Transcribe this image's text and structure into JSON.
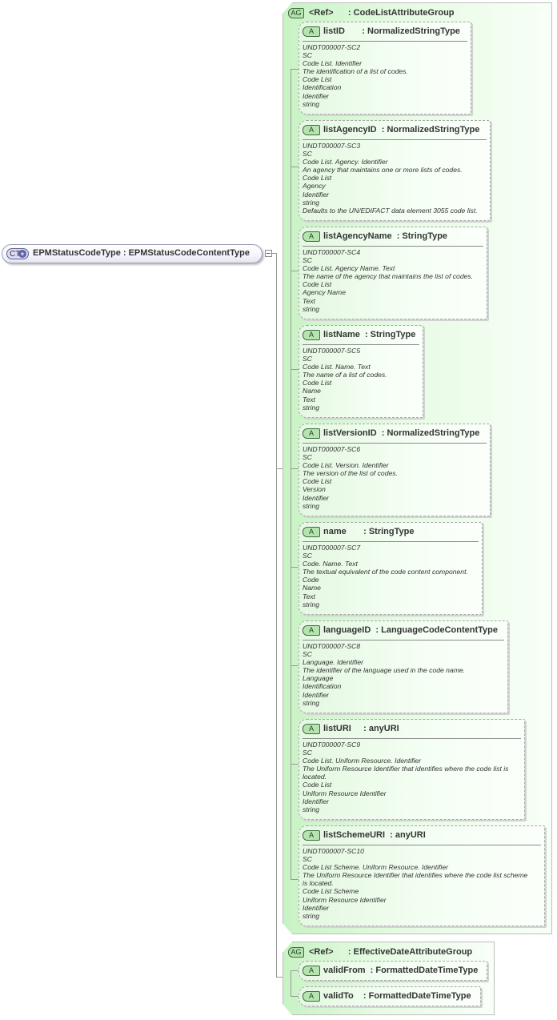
{
  "complex_type": {
    "badge": "CT",
    "title": "EPMStatusCodeType : EPMStatusCodeContentType"
  },
  "attribute_groups": [
    {
      "badge": "AG",
      "title": "<Ref>      : CodeListAttributeGroup",
      "attributes": [
        {
          "badge": "A",
          "title": "listID       : NormalizedStringType",
          "doc": [
            "UNDT000007-SC2",
            "SC",
            "Code List. Identifier",
            "The identification of a list of codes.",
            "Code List",
            "Identification",
            "Identifier",
            "string"
          ]
        },
        {
          "badge": "A",
          "title": "listAgencyID  : NormalizedStringType",
          "doc": [
            "UNDT000007-SC3",
            "SC",
            "Code List. Agency. Identifier",
            "An agency that maintains one or more lists of codes.",
            "Code List",
            "Agency",
            "Identifier",
            "string",
            "Defaults to the UN/EDIFACT data element 3055 code list."
          ]
        },
        {
          "badge": "A",
          "title": "listAgencyName  : StringType",
          "doc": [
            "UNDT000007-SC4",
            "SC",
            "Code List. Agency Name. Text",
            "The name of the agency that maintains the list of codes.",
            "Code List",
            "Agency Name",
            "Text",
            "string"
          ]
        },
        {
          "badge": "A",
          "title": "listName  : StringType",
          "doc": [
            "UNDT000007-SC5",
            "SC",
            "Code List. Name. Text",
            "The name of a list of codes.",
            "Code List",
            "Name",
            "Text",
            "string"
          ]
        },
        {
          "badge": "A",
          "title": "listVersionID  : NormalizedStringType",
          "doc": [
            "UNDT000007-SC6",
            "SC",
            "Code List. Version. Identifier",
            "The version of the list of codes.",
            "Code List",
            "Version",
            "Identifier",
            "string"
          ]
        },
        {
          "badge": "A",
          "title": "name       : StringType",
          "doc": [
            "UNDT000007-SC7",
            "SC",
            "Code. Name. Text",
            "The textual equivalent of the code content component.",
            "Code",
            "Name",
            "Text",
            "string"
          ]
        },
        {
          "badge": "A",
          "title": "languageID  : LanguageCodeContentType",
          "doc": [
            "UNDT000007-SC8",
            "SC",
            "Language. Identifier",
            "The identifier of the language used in the code name.",
            "Language",
            "Identification",
            "Identifier",
            "string"
          ]
        },
        {
          "badge": "A",
          "title": "listURI     : anyURI",
          "doc": [
            "UNDT000007-SC9",
            "SC",
            "Code List. Uniform Resource. Identifier",
            "The Uniform Resource Identifier that identifies where the code list is",
            "located.",
            "Code List",
            "Uniform Resource Identifier",
            "Identifier",
            "string"
          ]
        },
        {
          "badge": "A",
          "title": "listSchemeURI  : anyURI",
          "doc": [
            "UNDT000007-SC10",
            "SC",
            "Code List Scheme. Uniform Resource. Identifier",
            "The Uniform Resource Identifier that identifies where the code list scheme",
            "is located.",
            "Code List Scheme",
            "Uniform Resource Identifier",
            "Identifier",
            "string"
          ]
        }
      ]
    },
    {
      "badge": "AG",
      "title": "<Ref>      : EffectiveDateAttributeGroup",
      "attributes": [
        {
          "badge": "A",
          "title": "validFrom  : FormattedDateTimeType"
        },
        {
          "badge": "A",
          "title": "validTo    : FormattedDateTimeType"
        }
      ]
    }
  ]
}
